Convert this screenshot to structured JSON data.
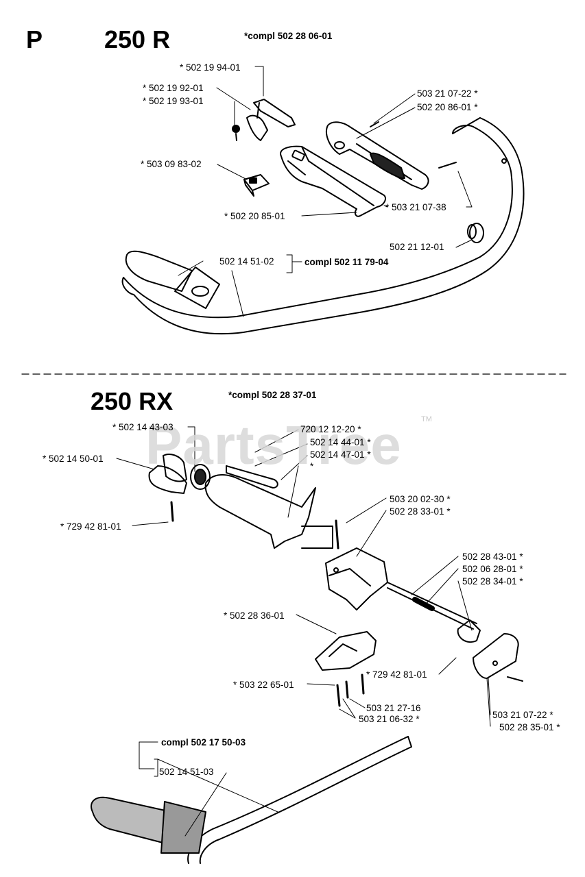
{
  "header": {
    "section_letter": "P",
    "model_top": "250 R",
    "compl_top": "*compl 502 28 06-01",
    "model_bottom": "250 RX",
    "compl_bottom": "*compl 502 28 37-01"
  },
  "watermark": {
    "text": "PartsTree",
    "tm": "TM"
  },
  "top_labels": {
    "l1": "* 502 19 94-01",
    "l2": "* 502 19 92-01",
    "l3": "* 502 19 93-01",
    "l4": "* 503 09 83-02",
    "l5": "* 502 20 85-01",
    "l6": "503 21 07-22 *",
    "l7": "502 20 86-01 *",
    "l8": "* 503 21 07-38",
    "l9": "502 21 12-01",
    "l10": "502 14 51-02",
    "l11": "compl 502 11 79-04"
  },
  "bottom_labels": {
    "b1": "* 502 14 43-03",
    "b2": "* 502 14 50-01",
    "b3": "720 12 12-20 *",
    "b4": "502 14 44-01 *",
    "b5": "502 14 47-01 *",
    "b6": "*",
    "b7": "* 729 42 81-01",
    "b8": "503 20 02-30 *",
    "b9": "502 28 33-01 *",
    "b10": "502 28 43-01 *",
    "b11": "502 06 28-01 *",
    "b12": "502 28 34-01 *",
    "b13": "* 502 28 36-01",
    "b14": "* 729 42 81-01",
    "b15": "* 503 22 65-01",
    "b16": "503 21 27-16",
    "b17": "503 21 06-32 *",
    "b18": "503 21 07-22 *",
    "b19": "502 28 35-01 *",
    "b20": "compl 502 17 50-03",
    "b21": "502 14 51-03"
  }
}
